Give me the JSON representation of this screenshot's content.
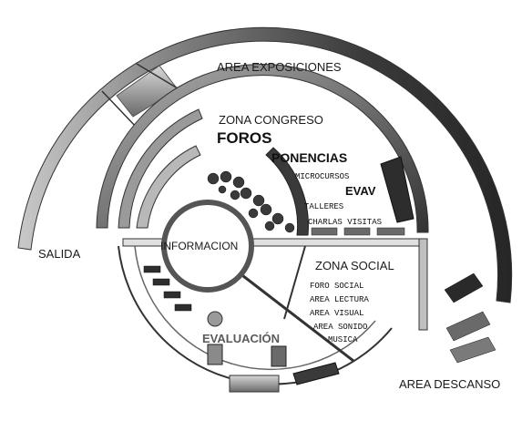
{
  "labels": {
    "area_exposiciones": "AREA EXPOSICIONES",
    "salida": "SALIDA",
    "zona_congreso": "ZONA CONGRESO",
    "foros": "FOROS",
    "ponencias": "PONENCIAS",
    "microcursos": "MICROCURSOS",
    "evav": "EVAV",
    "talleres": "TALLERES",
    "charlas_visitas": "CHARLAS VISITAS",
    "informacion": "INFORMACION",
    "zona_social": "ZONA SOCIAL",
    "foro_social": "FORO SOCIAL",
    "area_lectura": "AREA LECTURA",
    "area_visual": "AREA VISUAL",
    "area_sonido": "AREA SONIDO",
    "musica": "MUSICA",
    "evaluacion": "EVALUACIÓN",
    "area_descanso": "AREA DESCANSO"
  },
  "colors": {
    "ring_dark": "#2f2f2f",
    "ring_mid": "#8c8c8c",
    "ring_light": "#c8c8c8",
    "text": "#1a1a1a",
    "evaluacion": "#5a5a5a"
  }
}
